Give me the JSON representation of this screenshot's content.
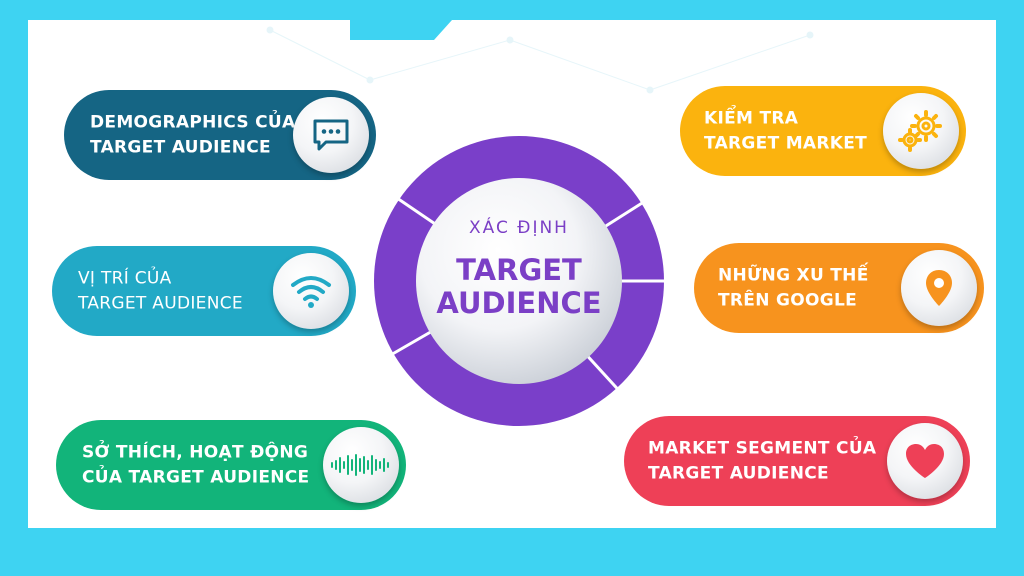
{
  "center": {
    "line1": "XÁC ĐỊNH",
    "line2": "TARGET\nAUDIENCE"
  },
  "left_items": [
    {
      "label": "DEMOGRAPHICS CỦA\nTARGET AUDIENCE",
      "color": "#156584",
      "icon": "chat-icon"
    },
    {
      "label": "VỊ TRÍ CỦA\nTARGET AUDIENCE",
      "color": "#22a9c6",
      "icon": "wifi-icon"
    },
    {
      "label": "SỞ THÍCH, HOẠT ĐỘNG\nCỦA TARGET AUDIENCE",
      "color": "#12b47a",
      "icon": "soundwave-icon"
    }
  ],
  "right_items": [
    {
      "label": "KIỂM TRA\nTARGET MARKET",
      "color": "#fbb30e",
      "icon": "gears-icon"
    },
    {
      "label": "NHỮNG XU THẾ\nTRÊN GOOGLE",
      "color": "#f7931e",
      "icon": "location-pin-icon"
    },
    {
      "label": "MARKET SEGMENT CỦA\nTARGET AUDIENCE",
      "color": "#ee4057",
      "icon": "heart-icon"
    }
  ],
  "colors": {
    "background": "#3ed3f2",
    "ring": "#7a3fc9",
    "center_text": "#7b3fc6"
  }
}
